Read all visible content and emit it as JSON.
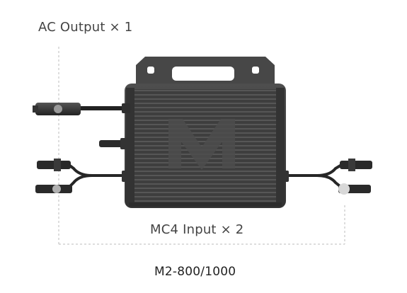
{
  "labels": {
    "ac_output": "AC Output × 1",
    "mc4_input": "MC4 Input × 2",
    "model": "M2-800/1000"
  },
  "colors": {
    "body_dark": "#3c3c3c",
    "body_mid": "#4a4a4a",
    "fin_light": "#5c5c5c",
    "cable": "#2a2a2a",
    "guide_line": "#bbbbbb",
    "text": "#444444"
  },
  "image": {
    "subject": "microinverter-product-photo",
    "logo_letter": "M"
  }
}
